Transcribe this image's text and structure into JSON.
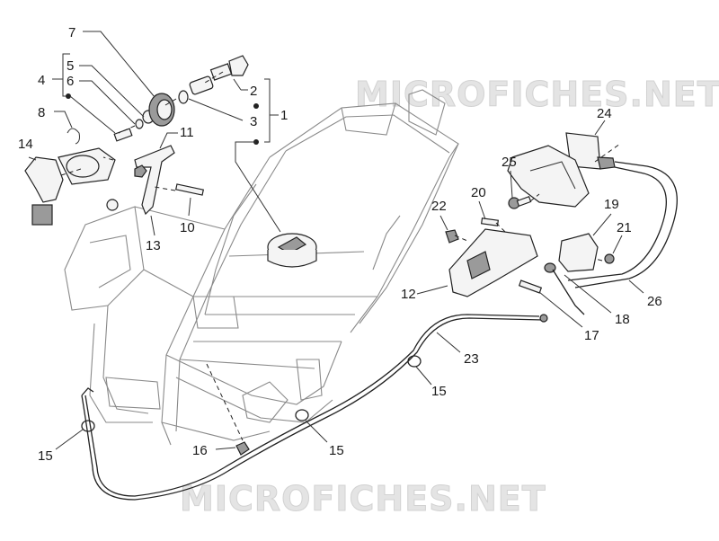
{
  "watermark": {
    "top": "MICROFICHES.NET",
    "bottom": "MICROFICHES.NET"
  },
  "colors": {
    "line": "#222222",
    "frame": "#8a8a8a",
    "watermark": "#e4e4e4"
  },
  "labels": {
    "l1": "1",
    "l2": "2",
    "l3": "3",
    "l4": "4",
    "l5": "5",
    "l6": "6",
    "l7": "7",
    "l8": "8",
    "l10": "10",
    "l11": "11",
    "l12": "12",
    "l13": "13",
    "l14": "14",
    "l15a": "15",
    "l15b": "15",
    "l15c": "15",
    "l16": "16",
    "l17": "17",
    "l18": "18",
    "l19": "19",
    "l20": "20",
    "l21": "21",
    "l22": "22",
    "l23": "23",
    "l24": "24",
    "l25": "25",
    "l26": "26"
  }
}
